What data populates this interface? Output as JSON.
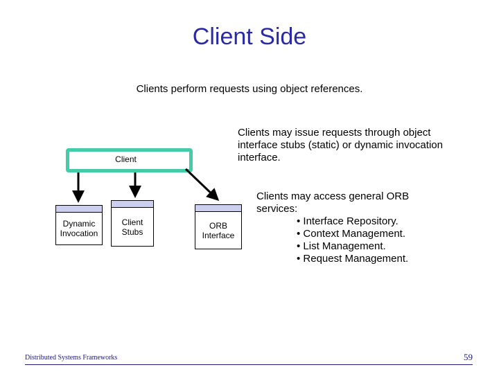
{
  "title": "Client Side",
  "subtitle": "Clients perform requests using object references.",
  "note_stubs": "Clients may issue requests through object interface stubs (static) or dynamic invocation interface.",
  "note_orb": {
    "intro": "Clients may access general ORB services:",
    "items": [
      "• Interface Repository.",
      "• Context Management.",
      "• List Management.",
      "• Request Management."
    ]
  },
  "diagram": {
    "client_label": "Client",
    "modules": {
      "dynamic_invocation": "Dynamic Invocation",
      "client_stubs": "Client Stubs",
      "orb_interface": "ORB Interface"
    },
    "colors": {
      "client_border": "#44cca8",
      "module_band": "#ccd0ee"
    }
  },
  "footer": {
    "left": "Distributed Systems Frameworks",
    "page_number": "59"
  }
}
